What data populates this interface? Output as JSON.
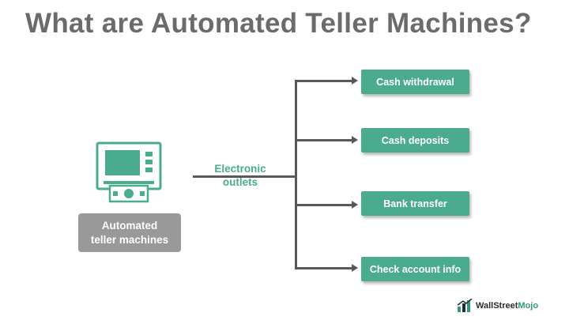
{
  "title": "What are Automated Teller Machines?",
  "source_node": {
    "line1": "Automated",
    "line2": "teller machines",
    "icon": "atm-icon"
  },
  "connector_label": {
    "line1": "Electronic",
    "line2": "outlets"
  },
  "branches": [
    {
      "label": "Cash withdrawal"
    },
    {
      "label": "Cash deposits"
    },
    {
      "label": "Bank transfer"
    },
    {
      "label": "Check account info"
    }
  ],
  "brand": {
    "part1": "WallStreet",
    "part2": "Mojo",
    "icon": "wallstreetmojo-logo-icon"
  },
  "colors": {
    "accent": "#4aab8e",
    "title": "#6b6b6b",
    "source_box": "#999999",
    "connector": "#595959"
  }
}
